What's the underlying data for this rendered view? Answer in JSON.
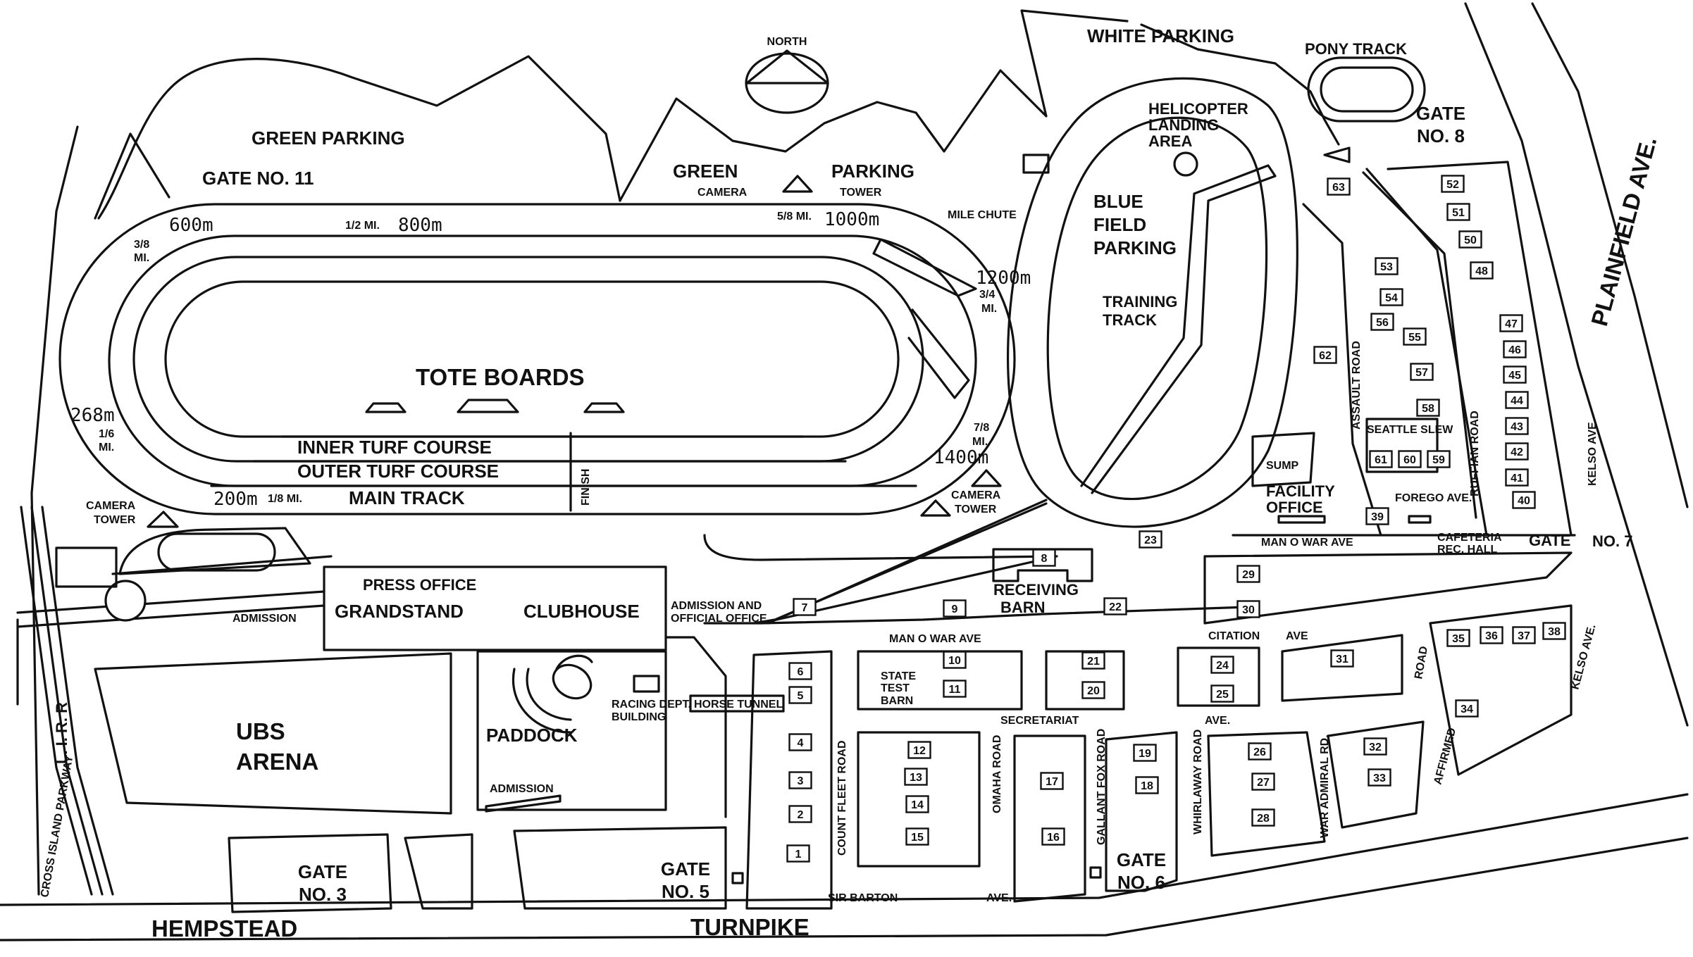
{
  "title": "",
  "colors": {
    "ink": "#111111",
    "background": "#ffffff"
  },
  "compass": {
    "label": "NORTH",
    "icon": "north-arrow-icon"
  },
  "parking": {
    "green": "GREEN PARKING",
    "green_left": "GREEN",
    "green_right": "PARKING",
    "white": "WHITE PARKING",
    "blue_line1": "BLUE",
    "blue_line2": "FIELD",
    "blue_line3": "PARKING"
  },
  "gates": {
    "g11": "GATE NO. 11",
    "g8_line1": "GATE",
    "g8_line2": "NO. 8",
    "g7_a": "GATE",
    "g7_b": "NO. 7",
    "g6_line1": "GATE",
    "g6_line2": "NO. 6",
    "g5_line1": "GATE",
    "g5_line2": "NO. 5",
    "g3_line1": "GATE",
    "g3_line2": "NO. 3"
  },
  "track": {
    "tote_boards": "TOTE BOARDS",
    "inner_turf": "INNER TURF COURSE",
    "outer_turf": "OUTER TURF COURSE",
    "main_track": "MAIN TRACK",
    "finish": "FINISH",
    "mile_chute": "MILE CHUTE",
    "training_track_1": "TRAINING",
    "training_track_2": "TRACK",
    "pony_track": "PONY TRACK",
    "heli_1": "HELICOPTER",
    "heli_2": "LANDING",
    "heli_3": "AREA"
  },
  "markers": {
    "m600": "600m",
    "m800": "800m",
    "m1000": "1000m",
    "m1200": "1200m",
    "m1400": "1400m",
    "m268": "268m",
    "m200": "200m",
    "half_mi": "1/2 MI.",
    "five_eighth_mi": "5/8 MI.",
    "three_eighth_a": "3/8",
    "three_eighth_b": "MI.",
    "three_quarter_a": "3/4",
    "three_quarter_b": "MI.",
    "seven_eighth_a": "7/8",
    "seven_eighth_b": "MI.",
    "one_sixth_a": "1/6",
    "one_sixth_b": "MI.",
    "one_eighth_mi": "1/8 MI."
  },
  "cameras": {
    "camera_top": "CAMERA",
    "tower_top": "TOWER",
    "camera_left_1": "CAMERA",
    "camera_left_2": "TOWER",
    "camera_right_1": "CAMERA",
    "camera_right_2": "TOWER"
  },
  "buildings": {
    "press_office": "PRESS OFFICE",
    "grandstand": "GRANDSTAND",
    "clubhouse": "CLUBHOUSE",
    "admission_office_1": "ADMISSION AND",
    "admission_office_2": "OFFICIAL OFFICE",
    "admission_left": "ADMISSION",
    "admission_paddock": "ADMISSION",
    "paddock": "PADDOCK",
    "racing_dept_1": "RACING DEPT.",
    "racing_dept_2": "BUILDING",
    "horse_tunnel": "HORSE TUNNEL",
    "ubs_1": "UBS",
    "ubs_2": "ARENA",
    "receiving_1": "RECEIVING",
    "receiving_2": "BARN",
    "state_test_1": "STATE",
    "state_test_2": "TEST",
    "state_test_3": "BARN",
    "sump": "SUMP",
    "facility_1": "FACILITY",
    "facility_2": "OFFICE",
    "cafeteria_1": "CAFETERIA",
    "cafeteria_2": "REC. HALL"
  },
  "roads": {
    "hempstead": "HEMPSTEAD",
    "turnpike": "TURNPIKE",
    "plainfield": "PLAINFIELD AVE.",
    "cross_island": "CROSS ISLAND PARKWAY",
    "lirr": "L. I. R. R",
    "man_o_war_1": "MAN O WAR AVE",
    "man_o_war_2": "MAN O WAR AVE",
    "secretariat": "SECRETARIAT",
    "secretariat_ave": "AVE.",
    "citation": "CITATION",
    "citation_ave": "AVE",
    "sir_barton": "SIR BARTON",
    "sir_barton_ave": "AVE.",
    "count_fleet": "COUNT FLEET ROAD",
    "omaha": "OMAHA ROAD",
    "gallant_fox": "GALLANT FOX ROAD",
    "whirlaway": "WHIRLAWAY ROAD",
    "war_admiral": "WAR ADMIRAL RD.",
    "affirmed": "AFFIRMED",
    "affirmed_road": "ROAD",
    "kelso_1": "KELSO AVE.",
    "kelso_2": "KELSO AVE.",
    "assault": "ASSAULT ROAD",
    "ruffian": "RUFFIAN ROAD",
    "seattle_slew": "SEATTLE SLEW",
    "forego": "FOREGO AVE.",
    "gate_label": "GATE"
  },
  "barns": [
    "1",
    "2",
    "3",
    "4",
    "5",
    "6",
    "7",
    "8",
    "9",
    "10",
    "11",
    "12",
    "13",
    "14",
    "15",
    "16",
    "17",
    "18",
    "19",
    "20",
    "21",
    "22",
    "23",
    "24",
    "25",
    "26",
    "27",
    "28",
    "29",
    "30",
    "31",
    "32",
    "33",
    "34",
    "35",
    "36",
    "37",
    "38",
    "39",
    "40",
    "41",
    "42",
    "43",
    "44",
    "45",
    "46",
    "47",
    "48",
    "50",
    "51",
    "52",
    "53",
    "54",
    "55",
    "56",
    "57",
    "58",
    "59",
    "60",
    "61",
    "62",
    "63"
  ]
}
